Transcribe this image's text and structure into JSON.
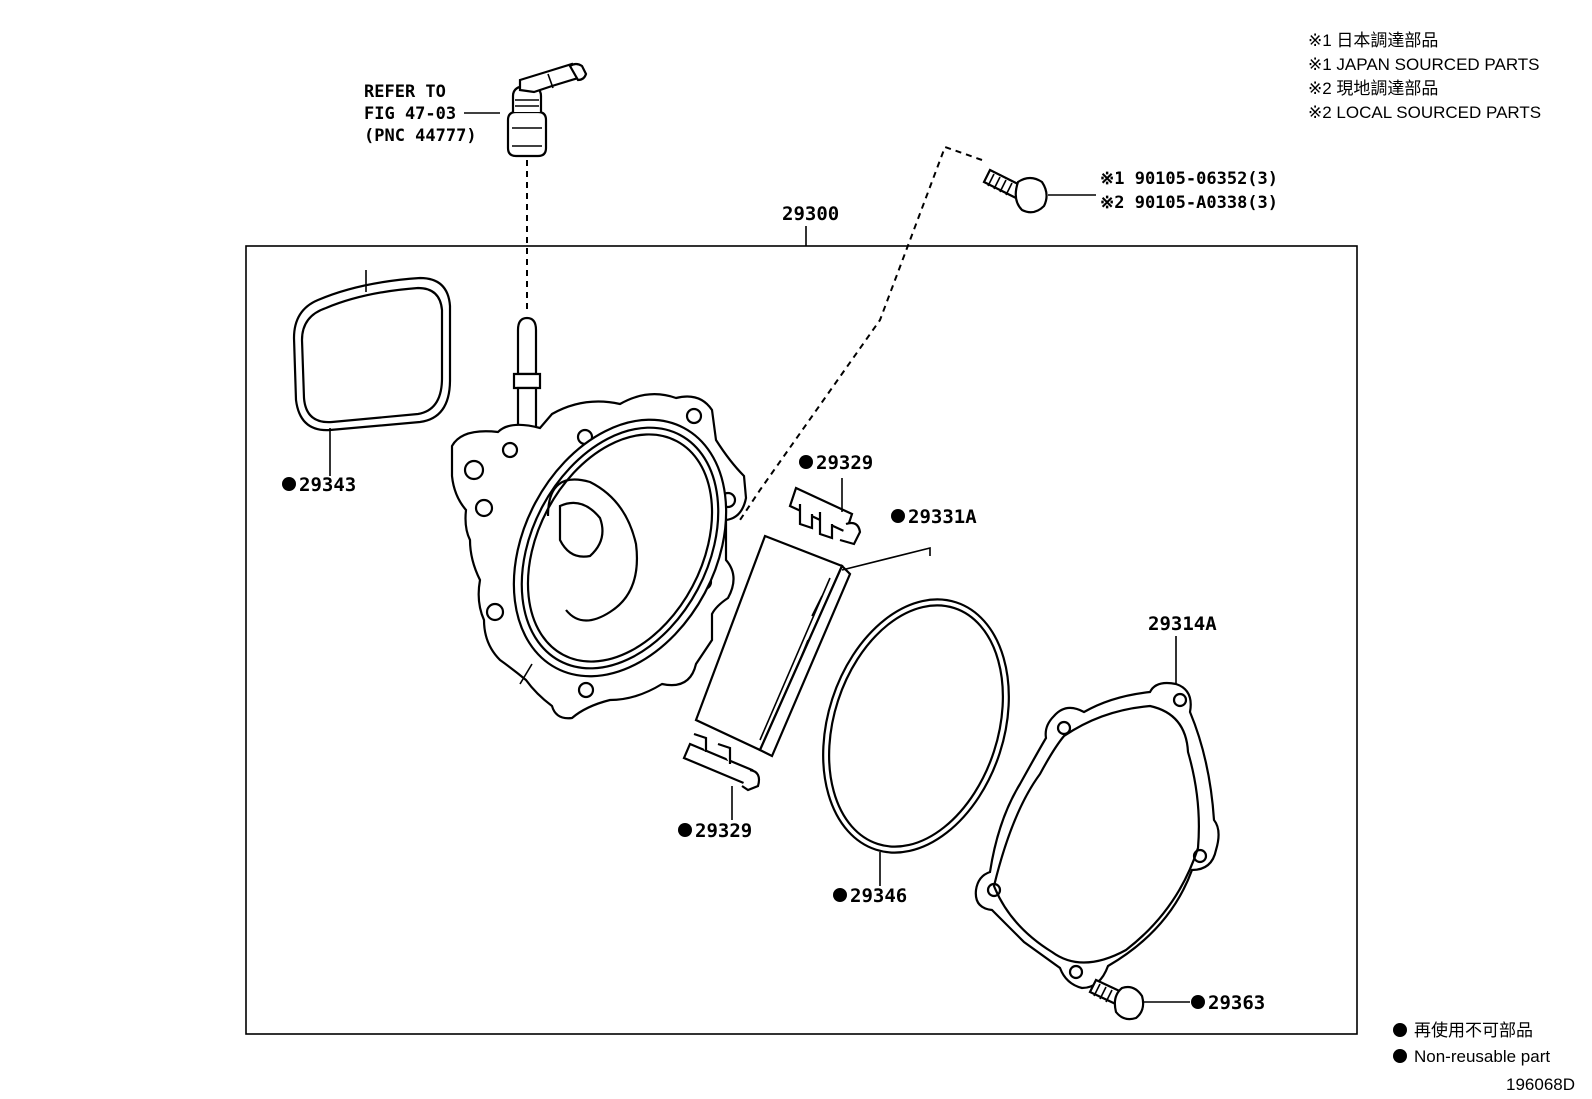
{
  "notes": {
    "n1_jp": "※1 日本調達部品",
    "n1_en": "※1 JAPAN SOURCED PARTS",
    "n2_jp": "※2 現地調達部品",
    "n2_en": "※2 LOCAL SOURCED PARTS"
  },
  "refer": {
    "line1": "REFER TO",
    "line2": "FIG 47-03",
    "line3": "(PNC 44777)"
  },
  "bolt_numbers": {
    "b1": "※1 90105-06352(3)",
    "b2": "※2 90105-A0338(3)"
  },
  "labels": {
    "assembly": "29300",
    "gasket_top_left": "29343",
    "clip_upper": "29329",
    "element": "29331A",
    "clip_lower": "29329",
    "oring": "29346",
    "cover": "29314A",
    "cover_screw": "29363"
  },
  "legend": {
    "jp": "再使用不可部品",
    "en": "Non-reusable part"
  },
  "figure_id": "196068D"
}
